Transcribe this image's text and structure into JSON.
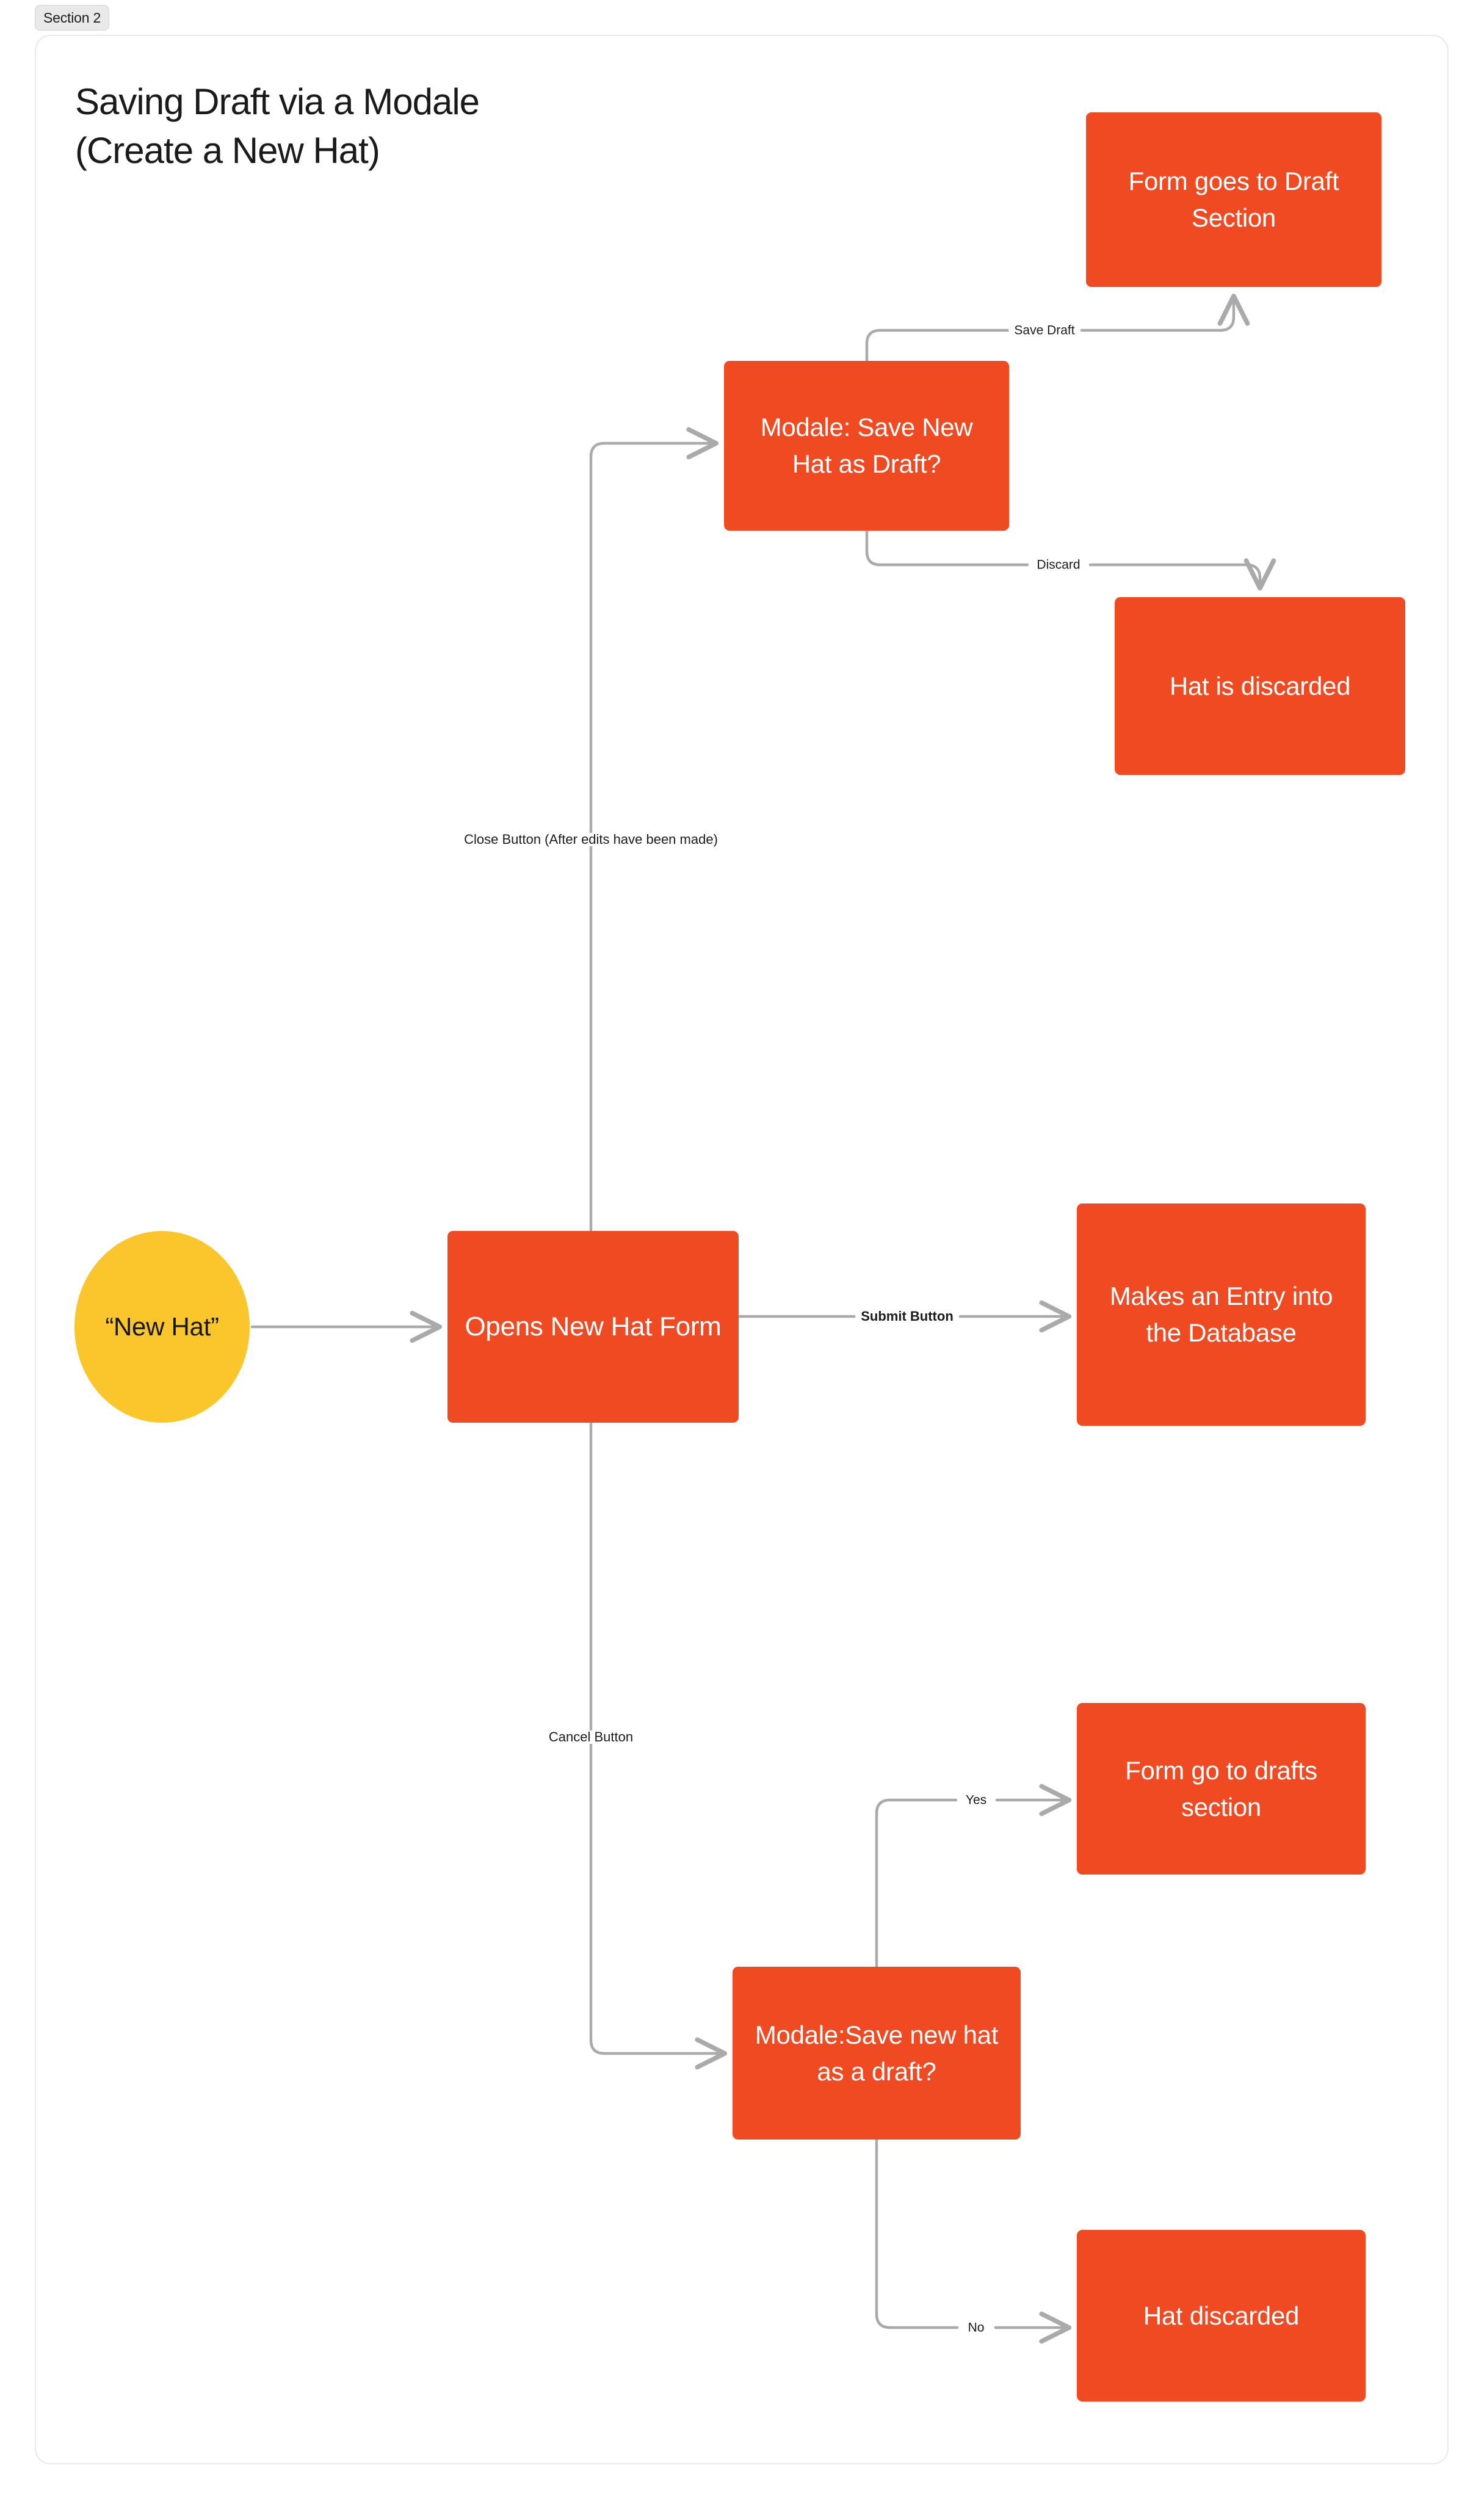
{
  "section": {
    "chip_label": "Section 2"
  },
  "diagram": {
    "title": "Saving Draft via a Modale\n(Create a New Hat)",
    "type": "flowchart",
    "colors": {
      "process_fill": "#f04a23",
      "process_text": "#ffffff",
      "start_fill": "#fbc62c",
      "start_text": "#161616",
      "connector": "#aaaaaa",
      "frame_border": "#e8e8e8",
      "chip_background": "#e9e9e9",
      "title_text": "#1a1a1a",
      "label_text": "#1c1c1c"
    },
    "nodes": [
      {
        "id": "new-hat",
        "label": "“New Hat”",
        "shape": "oval"
      },
      {
        "id": "opens-new-hat-form",
        "label": "Opens New Hat Form",
        "shape": "rect"
      },
      {
        "id": "modale-save-draft",
        "label": "Modale: Save New Hat as Draft?",
        "shape": "rect"
      },
      {
        "id": "form-draft-section",
        "label": "Form goes to Draft Section",
        "shape": "rect"
      },
      {
        "id": "hat-is-discarded",
        "label": "Hat is discarded",
        "shape": "rect"
      },
      {
        "id": "makes-entry-db",
        "label": "Makes an Entry into the Database",
        "shape": "rect"
      },
      {
        "id": "modale-save-new-hat",
        "label": "Modale:Save new hat as a draft?",
        "shape": "rect"
      },
      {
        "id": "form-go-drafts",
        "label": "Form go to drafts section",
        "shape": "rect"
      },
      {
        "id": "hat-discarded",
        "label": "Hat discarded",
        "shape": "rect"
      }
    ],
    "edges": [
      {
        "from": "new-hat",
        "to": "opens-new-hat-form",
        "label": ""
      },
      {
        "from": "opens-new-hat-form",
        "to": "modale-save-draft",
        "label": "Close Button (After edits have been made)"
      },
      {
        "from": "modale-save-draft",
        "to": "form-draft-section",
        "label": "Save Draft"
      },
      {
        "from": "modale-save-draft",
        "to": "hat-is-discarded",
        "label": "Discard"
      },
      {
        "from": "opens-new-hat-form",
        "to": "makes-entry-db",
        "label": "Submit Button"
      },
      {
        "from": "opens-new-hat-form",
        "to": "modale-save-new-hat",
        "label": "Cancel Button"
      },
      {
        "from": "modale-save-new-hat",
        "to": "form-go-drafts",
        "label": "Yes"
      },
      {
        "from": "modale-save-new-hat",
        "to": "hat-discarded",
        "label": "No"
      }
    ],
    "labels": {
      "save_draft": "Save Draft",
      "discard": "Discard",
      "close_button": "Close Button (After edits have been made)",
      "submit_button": "Submit Button",
      "cancel_button": "Cancel Button",
      "yes": "Yes",
      "no": "No"
    }
  }
}
